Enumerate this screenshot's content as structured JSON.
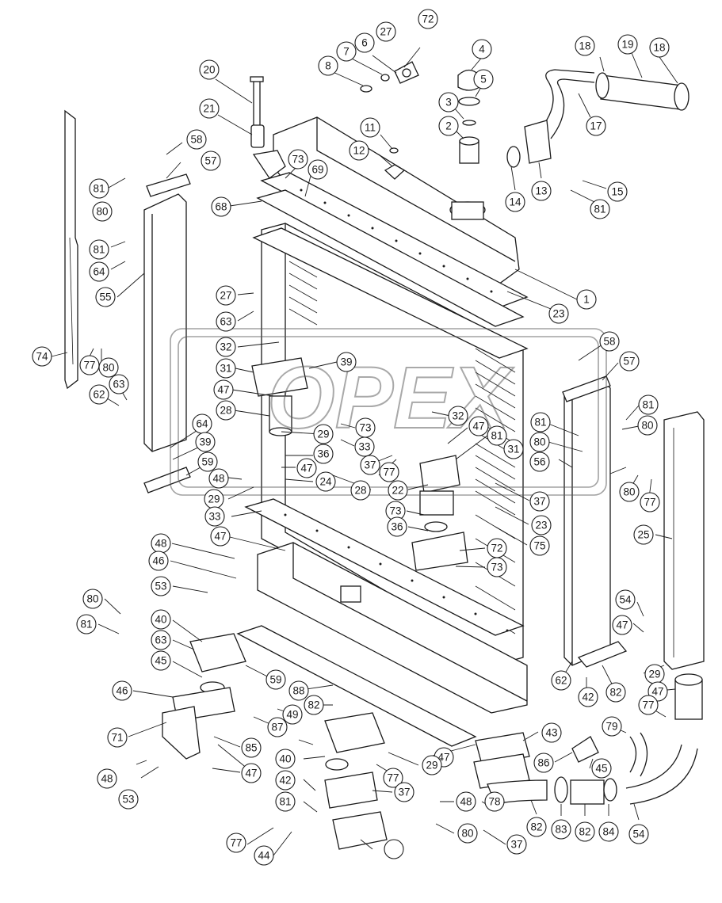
{
  "watermark": {
    "text": "OPEX"
  },
  "callouts": [
    {
      "id": "c-72-top",
      "label": "72"
    },
    {
      "id": "c-27-top",
      "label": "27"
    },
    {
      "id": "c-6",
      "label": "6"
    },
    {
      "id": "c-7",
      "label": "7"
    },
    {
      "id": "c-8",
      "label": "8"
    },
    {
      "id": "c-4",
      "label": "4"
    },
    {
      "id": "c-5",
      "label": "5"
    },
    {
      "id": "c-3",
      "label": "3"
    },
    {
      "id": "c-2",
      "label": "2"
    },
    {
      "id": "c-18a",
      "label": "18"
    },
    {
      "id": "c-19",
      "label": "19"
    },
    {
      "id": "c-18b",
      "label": "18"
    },
    {
      "id": "c-17",
      "label": "17"
    },
    {
      "id": "c-20",
      "label": "20"
    },
    {
      "id": "c-21",
      "label": "21"
    },
    {
      "id": "c-11",
      "label": "11"
    },
    {
      "id": "c-12",
      "label": "12"
    },
    {
      "id": "c-58-top",
      "label": "58"
    },
    {
      "id": "c-57-top",
      "label": "57"
    },
    {
      "id": "c-73-top",
      "label": "73"
    },
    {
      "id": "c-69",
      "label": "69"
    },
    {
      "id": "c-14",
      "label": "14"
    },
    {
      "id": "c-13",
      "label": "13"
    },
    {
      "id": "c-15",
      "label": "15"
    },
    {
      "id": "c-81-a",
      "label": "81"
    },
    {
      "id": "c-80-a",
      "label": "80"
    },
    {
      "id": "c-68",
      "label": "68"
    },
    {
      "id": "c-81-b",
      "label": "81"
    },
    {
      "id": "c-64-a",
      "label": "64"
    },
    {
      "id": "c-81-c",
      "label": "81"
    },
    {
      "id": "c-55",
      "label": "55"
    },
    {
      "id": "c-27-mid",
      "label": "27"
    },
    {
      "id": "c-1",
      "label": "1"
    },
    {
      "id": "c-63-a",
      "label": "63"
    },
    {
      "id": "c-23-a",
      "label": "23"
    },
    {
      "id": "c-32-a",
      "label": "32"
    },
    {
      "id": "c-58-mid",
      "label": "58"
    },
    {
      "id": "c-74",
      "label": "74"
    },
    {
      "id": "c-77-a",
      "label": "77"
    },
    {
      "id": "c-80-b",
      "label": "80"
    },
    {
      "id": "c-31-a",
      "label": "31"
    },
    {
      "id": "c-39-a",
      "label": "39"
    },
    {
      "id": "c-57-mid",
      "label": "57"
    },
    {
      "id": "c-63-b",
      "label": "63"
    },
    {
      "id": "c-62-a",
      "label": "62"
    },
    {
      "id": "c-47-a",
      "label": "47"
    },
    {
      "id": "c-81-d",
      "label": "81"
    },
    {
      "id": "c-28-a",
      "label": "28"
    },
    {
      "id": "c-32-b",
      "label": "32"
    },
    {
      "id": "c-80-c",
      "label": "80"
    },
    {
      "id": "c-81-e",
      "label": "81"
    },
    {
      "id": "c-64-b",
      "label": "64"
    },
    {
      "id": "c-80-d",
      "label": "80"
    },
    {
      "id": "c-29-a",
      "label": "29"
    },
    {
      "id": "c-73-a",
      "label": "73"
    },
    {
      "id": "c-47-b",
      "label": "47"
    },
    {
      "id": "c-39-b",
      "label": "39"
    },
    {
      "id": "c-81-f",
      "label": "81"
    },
    {
      "id": "c-33-a",
      "label": "33"
    },
    {
      "id": "c-36-a",
      "label": "36"
    },
    {
      "id": "c-31-b",
      "label": "31"
    },
    {
      "id": "c-59-a",
      "label": "59"
    },
    {
      "id": "c-47-c",
      "label": "47"
    },
    {
      "id": "c-37-a",
      "label": "37"
    },
    {
      "id": "c-77-b",
      "label": "77"
    },
    {
      "id": "c-56",
      "label": "56"
    },
    {
      "id": "c-80-e",
      "label": "80"
    },
    {
      "id": "c-77-c",
      "label": "77"
    },
    {
      "id": "c-48-a",
      "label": "48"
    },
    {
      "id": "c-24",
      "label": "24"
    },
    {
      "id": "c-28-b",
      "label": "28"
    },
    {
      "id": "c-22",
      "label": "22"
    },
    {
      "id": "c-37-b",
      "label": "37"
    },
    {
      "id": "c-29-b",
      "label": "29"
    },
    {
      "id": "c-73-b",
      "label": "73"
    },
    {
      "id": "c-23-b",
      "label": "23"
    },
    {
      "id": "c-33-b",
      "label": "33"
    },
    {
      "id": "c-36-b",
      "label": "36"
    },
    {
      "id": "c-75",
      "label": "75"
    },
    {
      "id": "c-25",
      "label": "25"
    },
    {
      "id": "c-47-d",
      "label": "47"
    },
    {
      "id": "c-72-mid",
      "label": "72"
    },
    {
      "id": "c-48-b",
      "label": "48"
    },
    {
      "id": "c-73-c",
      "label": "73"
    },
    {
      "id": "c-46-a",
      "label": "46"
    },
    {
      "id": "c-53-a",
      "label": "53"
    },
    {
      "id": "c-80-f",
      "label": "80"
    },
    {
      "id": "c-54-a",
      "label": "54"
    },
    {
      "id": "c-81-g",
      "label": "81"
    },
    {
      "id": "c-47-e",
      "label": "47"
    },
    {
      "id": "c-40-a",
      "label": "40"
    },
    {
      "id": "c-63-c",
      "label": "63"
    },
    {
      "id": "c-62-b",
      "label": "62"
    },
    {
      "id": "c-82-a",
      "label": "82"
    },
    {
      "id": "c-29-c",
      "label": "29"
    },
    {
      "id": "c-45-a",
      "label": "45"
    },
    {
      "id": "c-59-b",
      "label": "59"
    },
    {
      "id": "c-42-a",
      "label": "42"
    },
    {
      "id": "c-46-b",
      "label": "46"
    },
    {
      "id": "c-88",
      "label": "88"
    },
    {
      "id": "c-47-f",
      "label": "47"
    },
    {
      "id": "c-82-b",
      "label": "82"
    },
    {
      "id": "c-77-d",
      "label": "77"
    },
    {
      "id": "c-49",
      "label": "49"
    },
    {
      "id": "c-87",
      "label": "87"
    },
    {
      "id": "c-79",
      "label": "79"
    },
    {
      "id": "c-43",
      "label": "43"
    },
    {
      "id": "c-71",
      "label": "71"
    },
    {
      "id": "c-47-g",
      "label": "47"
    },
    {
      "id": "c-85",
      "label": "85"
    },
    {
      "id": "c-86",
      "label": "86"
    },
    {
      "id": "c-45-b",
      "label": "45"
    },
    {
      "id": "c-29-d",
      "label": "29"
    },
    {
      "id": "c-40-b",
      "label": "40"
    },
    {
      "id": "c-77-e",
      "label": "77"
    },
    {
      "id": "c-48-c",
      "label": "48"
    },
    {
      "id": "c-47-h",
      "label": "47"
    },
    {
      "id": "c-42-b",
      "label": "42"
    },
    {
      "id": "c-37-c",
      "label": "37"
    },
    {
      "id": "c-53-b",
      "label": "53"
    },
    {
      "id": "c-48-d",
      "label": "48"
    },
    {
      "id": "c-81-h",
      "label": "81"
    },
    {
      "id": "c-78",
      "label": "78"
    },
    {
      "id": "c-82-c",
      "label": "82"
    },
    {
      "id": "c-83",
      "label": "83"
    },
    {
      "id": "c-82-d",
      "label": "82"
    },
    {
      "id": "c-84",
      "label": "84"
    },
    {
      "id": "c-54-b",
      "label": "54"
    },
    {
      "id": "c-80-g",
      "label": "80"
    },
    {
      "id": "c-37-d",
      "label": "37"
    },
    {
      "id": "c-77-f",
      "label": "77"
    },
    {
      "id": "c-44",
      "label": "44"
    }
  ]
}
